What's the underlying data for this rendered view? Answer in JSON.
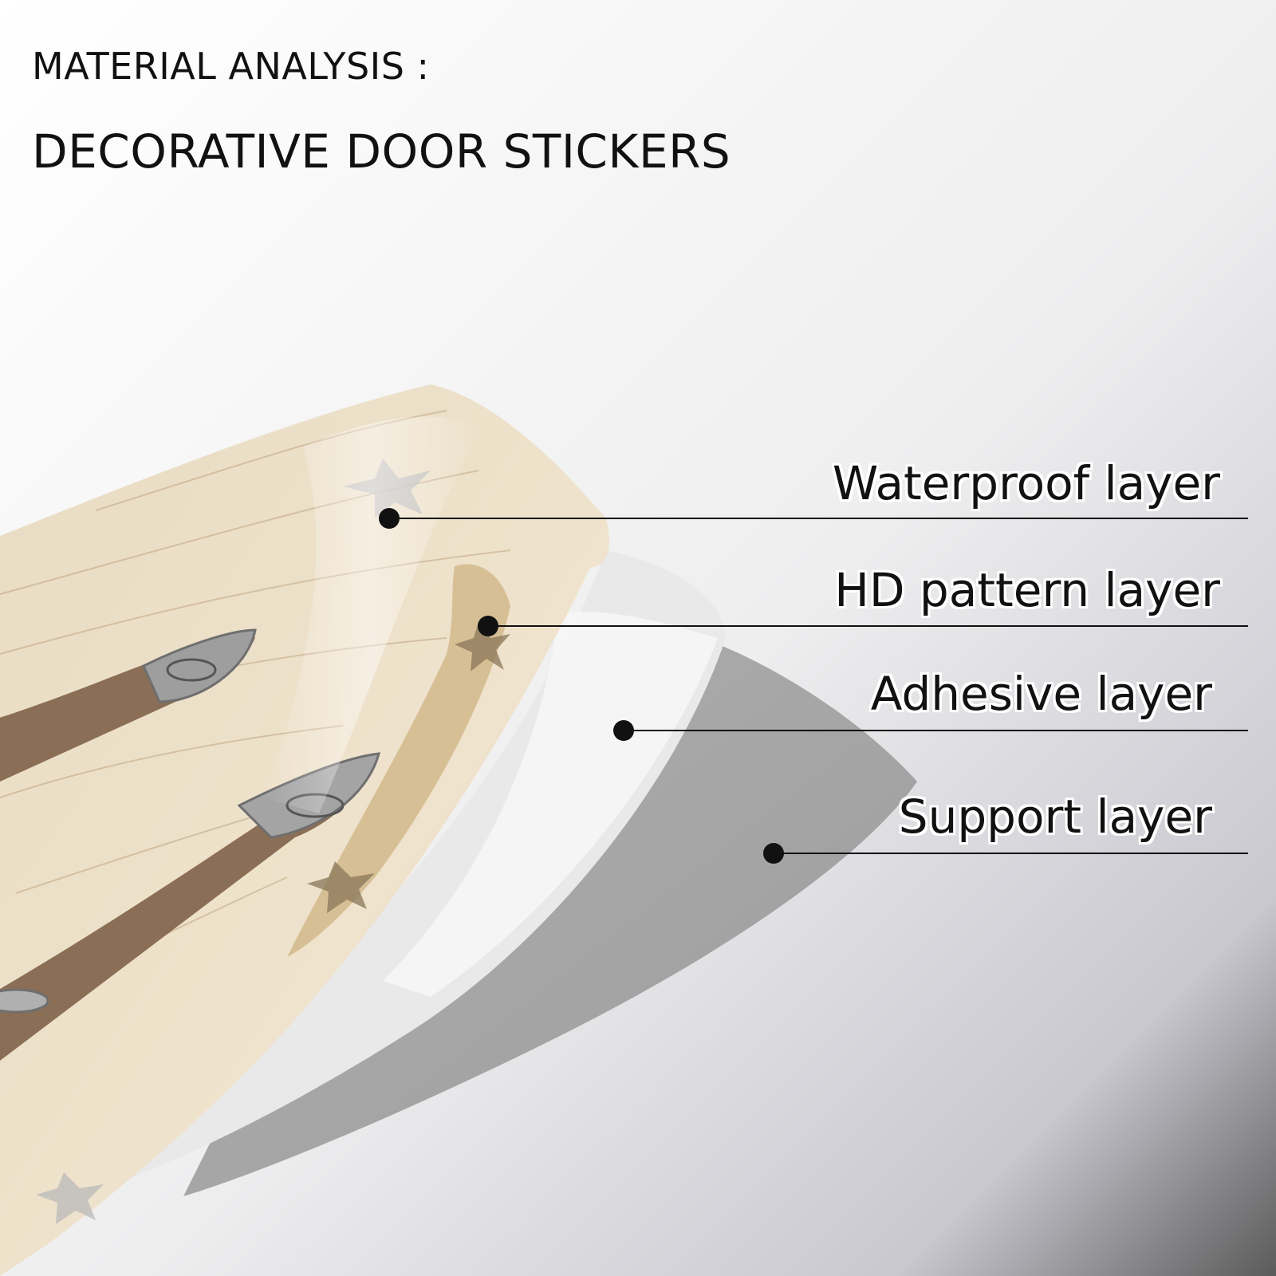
{
  "heading": {
    "line1": "MATERIAL ANALYSIS :",
    "line2": "DECORATIVE DOOR STICKERS"
  },
  "layers": [
    {
      "id": "waterproof",
      "label": "Waterproof layer"
    },
    {
      "id": "hd-pattern",
      "label": "HD pattern layer"
    },
    {
      "id": "adhesive",
      "label": "Adhesive layer"
    },
    {
      "id": "support",
      "label": "Support layer"
    }
  ],
  "colors": {
    "wood": "#e8d9bf",
    "wood_dark": "#b89a75",
    "door_panel": "#8a6e55",
    "handle": "#9a9a9a",
    "adhesive": "#e6e6e6",
    "support": "#a8a8a8",
    "leader_line": "#111111"
  }
}
